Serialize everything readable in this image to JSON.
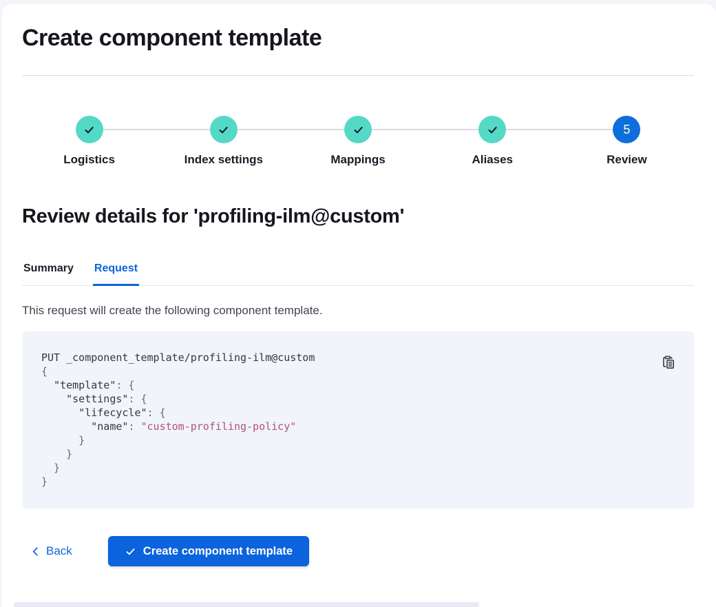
{
  "page": {
    "title": "Create component template"
  },
  "stepper": {
    "steps": [
      {
        "label": "Logistics",
        "status": "complete"
      },
      {
        "label": "Index settings",
        "status": "complete"
      },
      {
        "label": "Mappings",
        "status": "complete"
      },
      {
        "label": "Aliases",
        "status": "complete"
      },
      {
        "label": "Review",
        "status": "current",
        "number": "5"
      }
    ]
  },
  "review": {
    "heading": "Review details for 'profiling-ilm@custom'",
    "tabs": [
      {
        "label": "Summary",
        "active": false
      },
      {
        "label": "Request",
        "active": true
      }
    ],
    "description": "This request will create the following component template."
  },
  "code_block": {
    "lines": [
      [
        {
          "t": "PUT _component_template/profiling-ilm@custom",
          "c": "plain"
        }
      ],
      [
        {
          "t": "{",
          "c": "punct"
        }
      ],
      [
        {
          "t": "  ",
          "c": "plain"
        },
        {
          "t": "\"template\"",
          "c": "key"
        },
        {
          "t": ": {",
          "c": "punct"
        }
      ],
      [
        {
          "t": "    ",
          "c": "plain"
        },
        {
          "t": "\"settings\"",
          "c": "key"
        },
        {
          "t": ": {",
          "c": "punct"
        }
      ],
      [
        {
          "t": "      ",
          "c": "plain"
        },
        {
          "t": "\"lifecycle\"",
          "c": "key"
        },
        {
          "t": ": {",
          "c": "punct"
        }
      ],
      [
        {
          "t": "        ",
          "c": "plain"
        },
        {
          "t": "\"name\"",
          "c": "key"
        },
        {
          "t": ": ",
          "c": "punct"
        },
        {
          "t": "\"custom-profiling-policy\"",
          "c": "string"
        }
      ],
      [
        {
          "t": "      }",
          "c": "punct"
        }
      ],
      [
        {
          "t": "    }",
          "c": "punct"
        }
      ],
      [
        {
          "t": "  }",
          "c": "punct"
        }
      ],
      [
        {
          "t": "}",
          "c": "punct"
        }
      ]
    ]
  },
  "footer": {
    "back_label": "Back",
    "submit_label": "Create component template"
  },
  "colors": {
    "primary": "#0B64DD",
    "step_complete": "#53D9C6",
    "step_current": "#0E6EDB",
    "code_background": "#F1F4FA",
    "code_string": "#B0537A",
    "text": "#1A1C27",
    "divider": "#D7DCE7"
  }
}
